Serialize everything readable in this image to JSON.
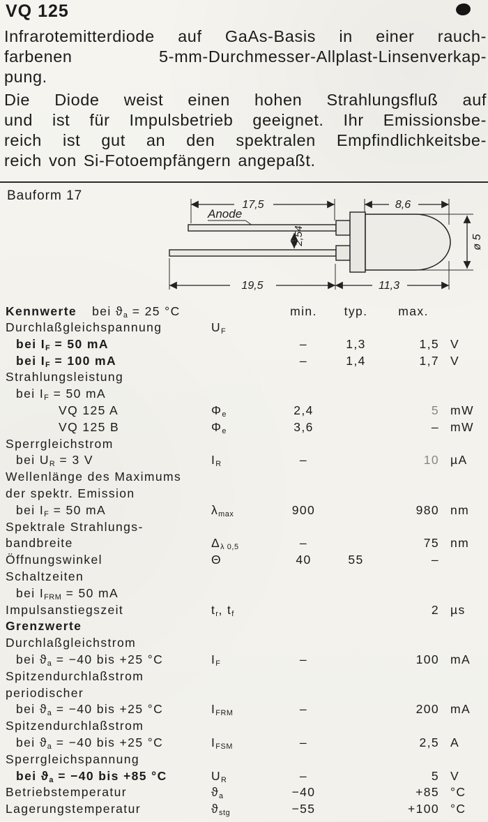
{
  "doc": {
    "title": "VQ 125",
    "intro_lines": [
      {
        "text": "Infrarotemitterdiode auf GaAs-Basis in einer rauch-",
        "justify": true
      },
      {
        "text": "farbenen 5-mm-Durchmesser-Allplast-Linsenverkap-",
        "justify": true
      },
      {
        "text": "pung.",
        "justify": false
      },
      {
        "text": "Die Diode weist einen hohen Strahlungsfluß auf",
        "justify": true,
        "para": true
      },
      {
        "text": "und ist für Impulsbetrieb geeignet. Ihr Emissionsbe-",
        "justify": true
      },
      {
        "text": "reich ist gut an den spektralen Empfindlichkeitsbe-",
        "justify": true
      },
      {
        "text": "reich von Si-Fotoempfängern angepaßt.",
        "justify": false
      }
    ]
  },
  "drawing": {
    "bauform_label": "Bauform 17",
    "anode_label": "Anode",
    "dim_lead_top": "17,5",
    "dim_cap_top": "8,6",
    "dim_pitch": "2,54",
    "dim_lead_bottom": "19,5",
    "dim_cap_bottom": "11,3",
    "dim_diameter": "ø 5"
  },
  "table": {
    "section_title": "Kennwerte",
    "section_condition": "bei ϑ_{a} = 25 °C",
    "columns": {
      "min": "min.",
      "typ": "typ.",
      "max": "max."
    },
    "rows": [
      {
        "label": "Durchlaßgleichspannung",
        "symbol": "U_{F}"
      },
      {
        "label": "bei I_{F} = 50 mA",
        "indent": 1,
        "bold": true,
        "min": "–",
        "typ": "1,3",
        "max": "1,5",
        "unit": "V"
      },
      {
        "label": "bei I_{F} = 100 mA",
        "indent": 1,
        "bold": true,
        "min": "–",
        "typ": "1,4",
        "max": "1,7",
        "unit": "V"
      },
      {
        "label": "Strahlungsleistung"
      },
      {
        "label": "bei I_{F} = 50 mA",
        "indent": 1
      },
      {
        "label": "VQ 125 A",
        "indent": 2,
        "symbol": "Φ_{e}",
        "min": "2,4",
        "max": "5",
        "unit": "mW",
        "faint_max": true
      },
      {
        "label": "VQ 125 B",
        "indent": 2,
        "symbol": "Φ_{e}",
        "min": "3,6",
        "max": "–",
        "unit": "mW"
      },
      {
        "label": "Sperrgleichstrom"
      },
      {
        "label": "bei U_{R} = 3 V",
        "indent": 1,
        "symbol": "I_{R}",
        "min": "–",
        "max": "10",
        "unit": "µA",
        "faint_max": true
      },
      {
        "label": "Wellenlänge des Maximums"
      },
      {
        "label": "der spektr. Emission"
      },
      {
        "label": "bei I_{F} = 50 mA",
        "indent": 1,
        "symbol": "λ_{max}",
        "min": "900",
        "max": "980",
        "unit": "nm"
      },
      {
        "label": "Spektrale Strahlungs-"
      },
      {
        "label": "bandbreite",
        "symbol": "Δ_{λ 0,5}",
        "min": "–",
        "max": "75",
        "unit": "nm"
      },
      {
        "label": "Öffnungswinkel",
        "symbol": "Θ",
        "min": "40",
        "typ": "55",
        "max": "–"
      },
      {
        "label": "Schaltzeiten"
      },
      {
        "label": "bei I_{FRM} = 50 mA",
        "indent": 1
      },
      {
        "label": "Impulsanstiegszeit",
        "symbol": "t_{r}, t_{f}",
        "max": "2",
        "unit": "µs"
      },
      {
        "label": "Grenzwerte",
        "bold": true
      },
      {
        "label": "Durchlaßgleichstrom"
      },
      {
        "label": "bei ϑ_{a} = −40 bis +25 °C",
        "indent": 1,
        "symbol": "I_{F}",
        "min": "–",
        "max": "100",
        "unit": "mA"
      },
      {
        "label": "Spitzendurchlaßstrom"
      },
      {
        "label": "periodischer"
      },
      {
        "label": "bei ϑ_{a} = −40 bis +25 °C",
        "indent": 1,
        "symbol": "I_{FRM}",
        "min": "–",
        "max": "200",
        "unit": "mA"
      },
      {
        "label": "Spitzendurchlaßstrom"
      },
      {
        "label": "bei ϑ_{a} = −40 bis +25 °C",
        "indent": 1,
        "symbol": "I_{FSM}",
        "min": "–",
        "max": "2,5",
        "unit": "A"
      },
      {
        "label": "Sperrgleichspannung"
      },
      {
        "label": "bei ϑ_{a} = −40 bis +85 °C",
        "indent": 1,
        "bold": true,
        "symbol": "U_{R}",
        "min": "–",
        "max": "5",
        "unit": "V"
      },
      {
        "label": "Betriebstemperatur",
        "symbol": "ϑ_{a}",
        "min": "−40",
        "max": "+85",
        "unit": "°C"
      },
      {
        "label": "Lagerungstemperatur",
        "symbol": "ϑ_{stg}",
        "min": "−55",
        "max": "+100",
        "unit": "°C"
      }
    ]
  }
}
